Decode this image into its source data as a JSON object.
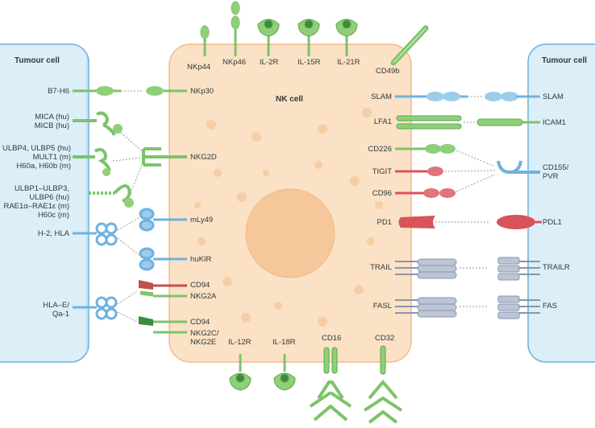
{
  "titles": {
    "left_cell": "Tumour cell",
    "right_cell": "Tumour cell",
    "nk_cell": "NK cell"
  },
  "colors": {
    "green": "#7dc36a",
    "blue": "#6fb2de",
    "red": "#d9535a",
    "grey": "#a9b3c6",
    "nk_fill": "#fbe1c6",
    "tumour_fill": "#dceef8"
  },
  "top_receptors": [
    "NKp44",
    "NKp46",
    "IL-2R",
    "IL-15R",
    "IL-21R",
    "CD49b"
  ],
  "bottom_receptors": [
    "IL-12R",
    "IL-18R",
    "CD16",
    "CD32"
  ],
  "left_nk_receptors": [
    "NKp30",
    "NKG2D",
    "mLy49",
    "huKIR",
    "CD94",
    "NKG2A",
    "CD94",
    "NKG2C/\nNKG2E"
  ],
  "left_tumour_ligands": [
    "B7-H6",
    "MICA (hu)\nMICB (hu)",
    "ULBP4, ULBP5 (hu)\nMULT1 (m)\nH60a, H60b (m)",
    "ULBP1–ULBP3,\nULBP6 (hu)\nRAE1α–RAE1ε (m)\nH60c (m)",
    "H-2, HLA",
    "HLA–E/\nQa-1"
  ],
  "right_nk_receptors": [
    "SLAM",
    "LFA1",
    "CD226",
    "TIGIT",
    "CD96",
    "PD1",
    "TRAIL",
    "FASL"
  ],
  "right_tumour_ligands": [
    "SLAM",
    "ICAM1",
    "CD155/\nPVR",
    "PDL1",
    "TRAILR",
    "FAS"
  ]
}
